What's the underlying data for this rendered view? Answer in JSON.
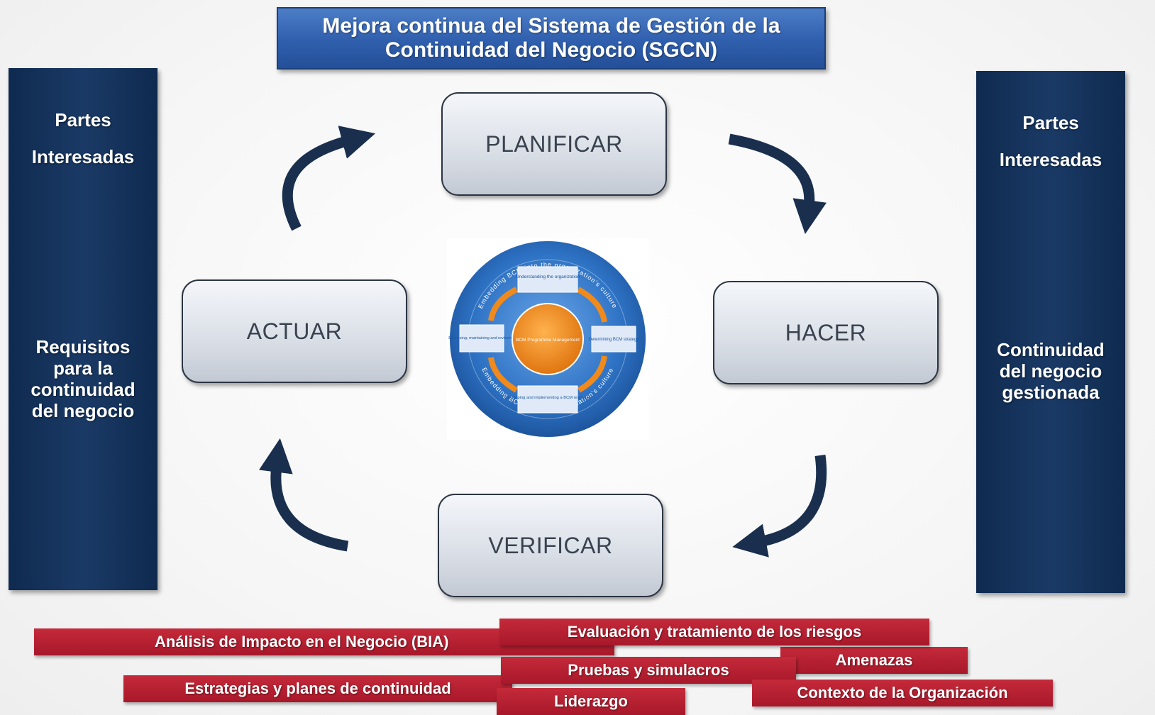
{
  "title": {
    "line1": "Mejora continua del Sistema de Gestión de la",
    "line2": "Continuidad del Negocio (SGCN)"
  },
  "left_column": {
    "heading1": "Partes",
    "heading2": "Interesadas",
    "body": [
      "Requisitos",
      "para la",
      "continuidad",
      "del negocio"
    ]
  },
  "right_column": {
    "heading1": "Partes",
    "heading2": "Interesadas",
    "body": [
      "Continuidad",
      "del negocio",
      "gestionada"
    ]
  },
  "phases": {
    "plan": "PLANIFICAR",
    "do": "HACER",
    "check": "VERIFICAR",
    "act": "ACTUAR"
  },
  "center_figure": {
    "ring_text": "Embedding BCM into the organization's culture",
    "core": "BCM Programme Management",
    "top": "Understanding the organization",
    "right": "Determining BCM strategy",
    "bottom": "Developing and implementing a BCM response",
    "left": "Exercising, maintaining and reviewing"
  },
  "tags": {
    "bia": "Análisis de Impacto en el Negocio (BIA)",
    "risk": "Evaluación y tratamiento de los riesgos",
    "threats": "Amenazas",
    "tests": "Pruebas y simulacros",
    "strategies": "Estrategias y planes de continuidad",
    "context": "Contexto de la Organización",
    "leadership": "Liderazgo"
  },
  "colors": {
    "title_blue": "#2f5fad",
    "column_navy": "#13325a",
    "arrow_navy": "#1a2f4d",
    "tag_red": "#b01f30",
    "wheel_blue": "#2e72c4",
    "core_orange": "#f08a1c"
  }
}
